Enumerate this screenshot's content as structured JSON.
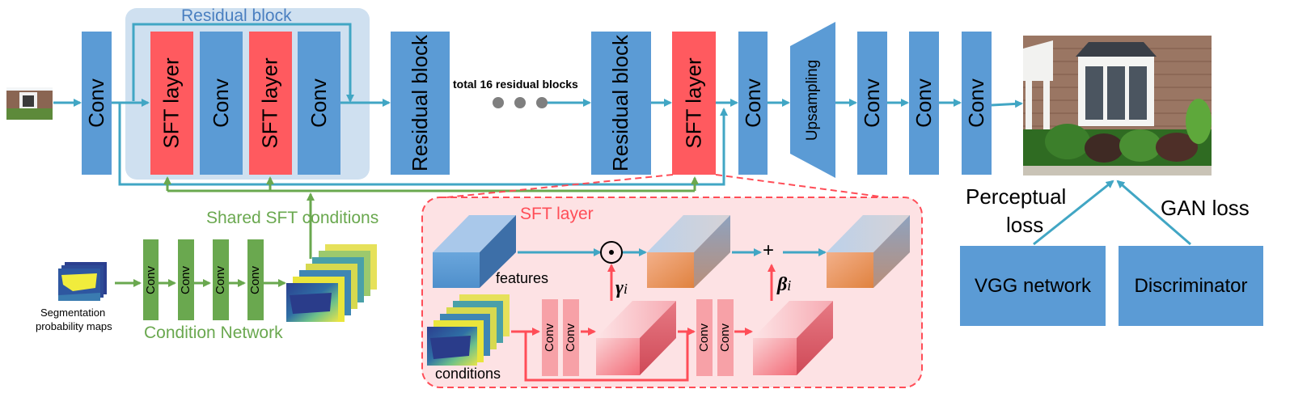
{
  "top_blocks": {
    "conv_1": "Conv",
    "sft_1": "SFT layer",
    "conv_2": "Conv",
    "sft_2": "SFT layer",
    "conv_3": "Conv",
    "residual_block_1": "Residual block",
    "total_label": "total 16 residual blocks",
    "residual_block_2": "Residual block",
    "sft_final": "SFT layer",
    "conv_4": "Conv",
    "upsampling": "Upsampling",
    "conv_5": "Conv",
    "conv_6": "Conv",
    "conv_7": "Conv"
  },
  "residual_group_title": "Residual block",
  "shared_label": "Shared SFT conditions",
  "condition_network": {
    "title": "Condition Network",
    "input_label_line1": "Segmentation",
    "input_label_line2": "probability maps",
    "convs": [
      "Conv",
      "Conv",
      "Conv",
      "Conv"
    ]
  },
  "sft_detail": {
    "title": "SFT layer",
    "features_label": "features",
    "conditions_label": "conditions",
    "convs_gamma": [
      "Conv",
      "Conv"
    ],
    "convs_beta": [
      "Conv",
      "Conv"
    ],
    "gamma_label": "γ",
    "beta_label": "β",
    "subscript": "i",
    "multiply_symbol": "⊙",
    "add_symbol": "+"
  },
  "losses": {
    "perceptual_line1": "Perceptual",
    "perceptual_line2": "loss",
    "gan": "GAN loss",
    "vgg": "VGG network",
    "discriminator": "Discriminator"
  },
  "colors": {
    "blue_block": "#5b9bd5",
    "red_block": "#ff5a5f",
    "green_block": "#6aa84f",
    "pink_block": "#f7a1a7",
    "arrow_teal": "#41a6c4",
    "arrow_green": "#6aa84f",
    "arrow_red": "#ff4d57",
    "panel_pink": "#fde2e4",
    "panel_blue": "#cfe0f0"
  }
}
